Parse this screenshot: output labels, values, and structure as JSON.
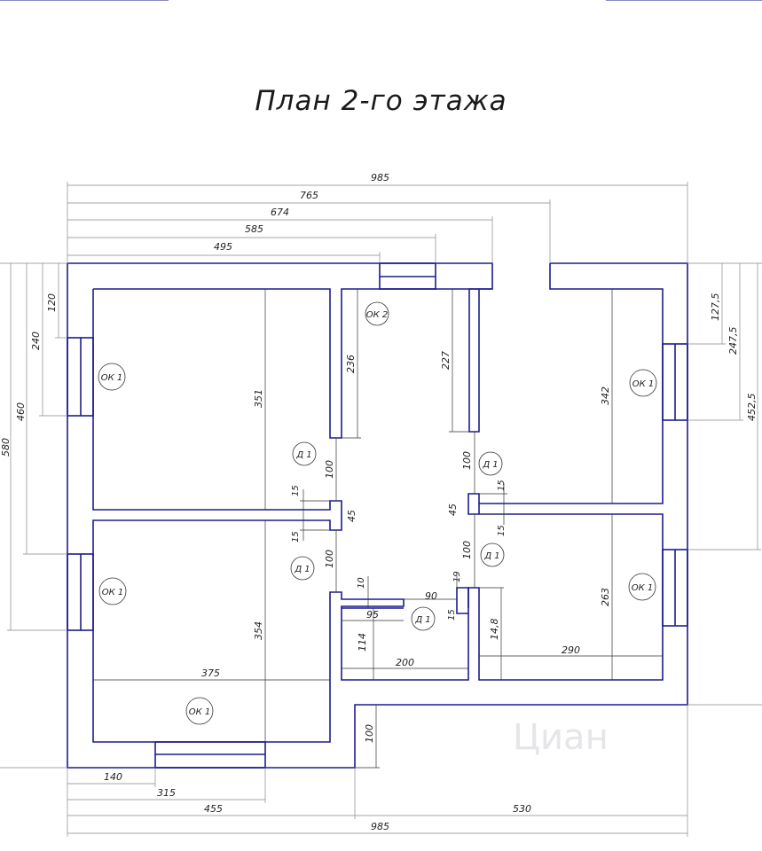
{
  "title": "План 2-го этажа",
  "watermark": "Циан",
  "colors": {
    "walls": "#1c1c8f",
    "dimensions": "#333333"
  },
  "dimensions": {
    "top_985": "985",
    "top_765": "765",
    "top_674": "674",
    "top_585": "585",
    "top_495": "495",
    "left_120": "120",
    "left_240": "240",
    "left_460": "460",
    "left_580": "580",
    "right_127": "127,5",
    "right_247": "247,5",
    "right_452": "452,5",
    "in_351": "351",
    "in_236": "236",
    "in_227": "227",
    "in_342": "342",
    "in_100a": "100",
    "in_100b": "100",
    "in_100c": "100",
    "in_100d": "100",
    "in_100e": "100",
    "in_15a": "15",
    "in_15b": "15",
    "in_15c": "15",
    "in_15d": "15",
    "in_15e": "15",
    "in_45a": "45",
    "in_45b": "45",
    "in_10": "10",
    "in_90": "90",
    "in_19": "19",
    "in_95": "95",
    "in_114": "114",
    "in_200": "200",
    "in_148": "14,8",
    "in_290": "290",
    "in_263": "263",
    "in_354": "354",
    "in_375": "375",
    "bot_140": "140",
    "bot_315": "315",
    "bot_455": "455",
    "bot_530": "530",
    "bot_985": "985"
  },
  "labels": {
    "ok2": "ОК 2",
    "ok1_a": "ОК 1",
    "ok1_b": "ОК 1",
    "ok1_c": "ОК 1",
    "ok1_d": "ОК 1",
    "ok1_e": "ОК 1",
    "d1_a": "Д 1",
    "d1_b": "Д 1",
    "d1_c": "Д 1",
    "d1_d": "Д 1",
    "d1_e": "Д 1"
  }
}
